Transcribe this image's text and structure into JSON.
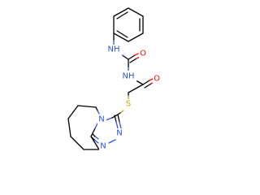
{
  "molecule": {
    "atoms": [
      {
        "id": "nh_top",
        "label": "NH",
        "color": "#3050f8"
      },
      {
        "id": "o_urea",
        "label": "O",
        "color": "#ff0d0d"
      },
      {
        "id": "nh_mid",
        "label": "NH",
        "color": "#3050f8"
      },
      {
        "id": "o_amide",
        "label": "O",
        "color": "#ff0d0d"
      },
      {
        "id": "s_link",
        "label": "S",
        "color": "#c6a700"
      },
      {
        "id": "n_ring_a",
        "label": "N",
        "color": "#3050f8"
      },
      {
        "id": "n_ring_b",
        "label": "N",
        "color": "#3050f8"
      },
      {
        "id": "n_ring_c",
        "label": "N",
        "color": "#3050f8"
      }
    ]
  }
}
